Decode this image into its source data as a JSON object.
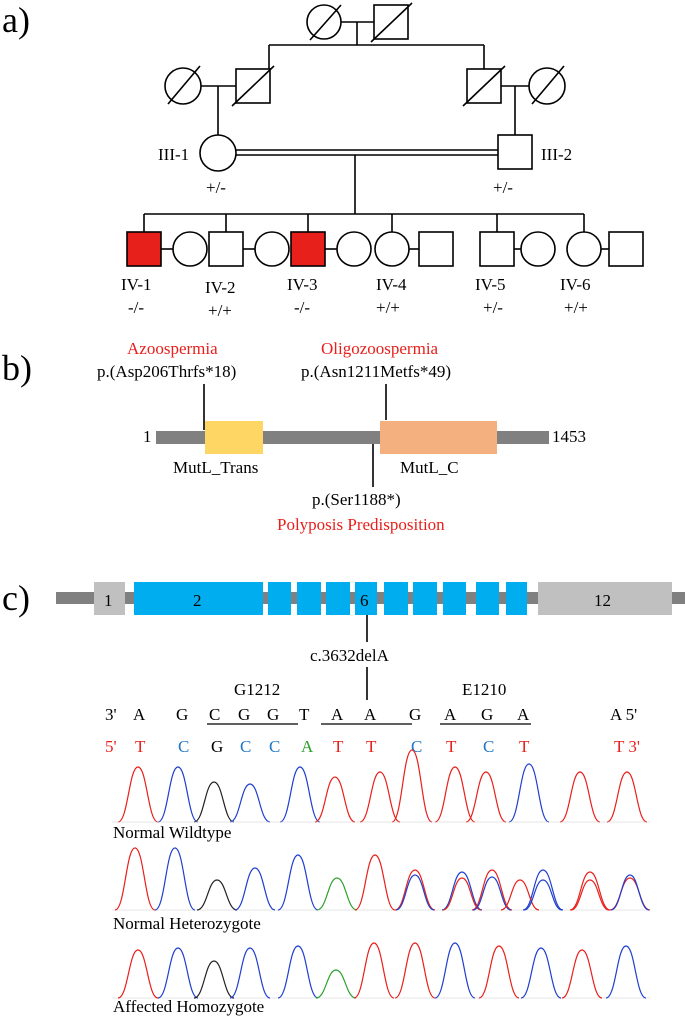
{
  "panels": {
    "a": "a)",
    "b": "b)",
    "c": "c)"
  },
  "pedigree": {
    "iii1": {
      "id": "III-1",
      "genotype": "+/-"
    },
    "iii2": {
      "id": "III-2",
      "genotype": "+/-"
    },
    "gen4": [
      {
        "id": "IV-1",
        "genotype": "-/-",
        "affected": true
      },
      {
        "id": "IV-2",
        "genotype": "+/+",
        "affected": false
      },
      {
        "id": "IV-3",
        "genotype": "-/-",
        "affected": true
      },
      {
        "id": "IV-4",
        "genotype": "+/+",
        "affected": false
      },
      {
        "id": "IV-5",
        "genotype": "+/-",
        "affected": false
      },
      {
        "id": "IV-6",
        "genotype": "+/+",
        "affected": false
      }
    ],
    "affected_color": "#e8201c"
  },
  "protein": {
    "start": "1",
    "end": "1453",
    "domain1": "MutL_Trans",
    "domain2": "MutL_C",
    "domain1_color": "#fdd663",
    "domain2_color": "#f4b07e",
    "var1_pheno": "Azoospermia",
    "var1": "p.(Asp206Thrfs*18)",
    "var2_pheno": "Oligozoospermia",
    "var2": "p.(Asn1211Metfs*49)",
    "var3": "p.(Ser1188*)",
    "var3_pheno": "Polyposis Predisposition"
  },
  "gene": {
    "exons": [
      "1",
      "2",
      "6",
      "12"
    ],
    "coding_color": "#00aeef",
    "utr_color": "#c0c0c0",
    "mutation": "c.3632delA",
    "codon1": "G1212",
    "codon2": "E1210",
    "strand_top": [
      "3'",
      "A",
      "G",
      "C",
      "G",
      "G",
      "T",
      "A",
      "A",
      "G",
      "A",
      "G",
      "A",
      "A 5'"
    ],
    "strand_bottom": [
      "5'",
      "T",
      "C",
      "G",
      "C",
      "C",
      "A",
      "T",
      "T",
      "C",
      "T",
      "C",
      "T",
      "T 3'"
    ],
    "bottom_colors": [
      "#e8201c",
      "#e8201c",
      "#1f78c8",
      "#000000",
      "#1f78c8",
      "#1f78c8",
      "#2ca02c",
      "#e8201c",
      "#e8201c",
      "#1f78c8",
      "#e8201c",
      "#1f78c8",
      "#e8201c",
      "#e8201c"
    ]
  },
  "traces": {
    "t1": "Normal Wildtype",
    "t2": "Normal Heterozygote",
    "t3": "Affected Homozygote"
  }
}
